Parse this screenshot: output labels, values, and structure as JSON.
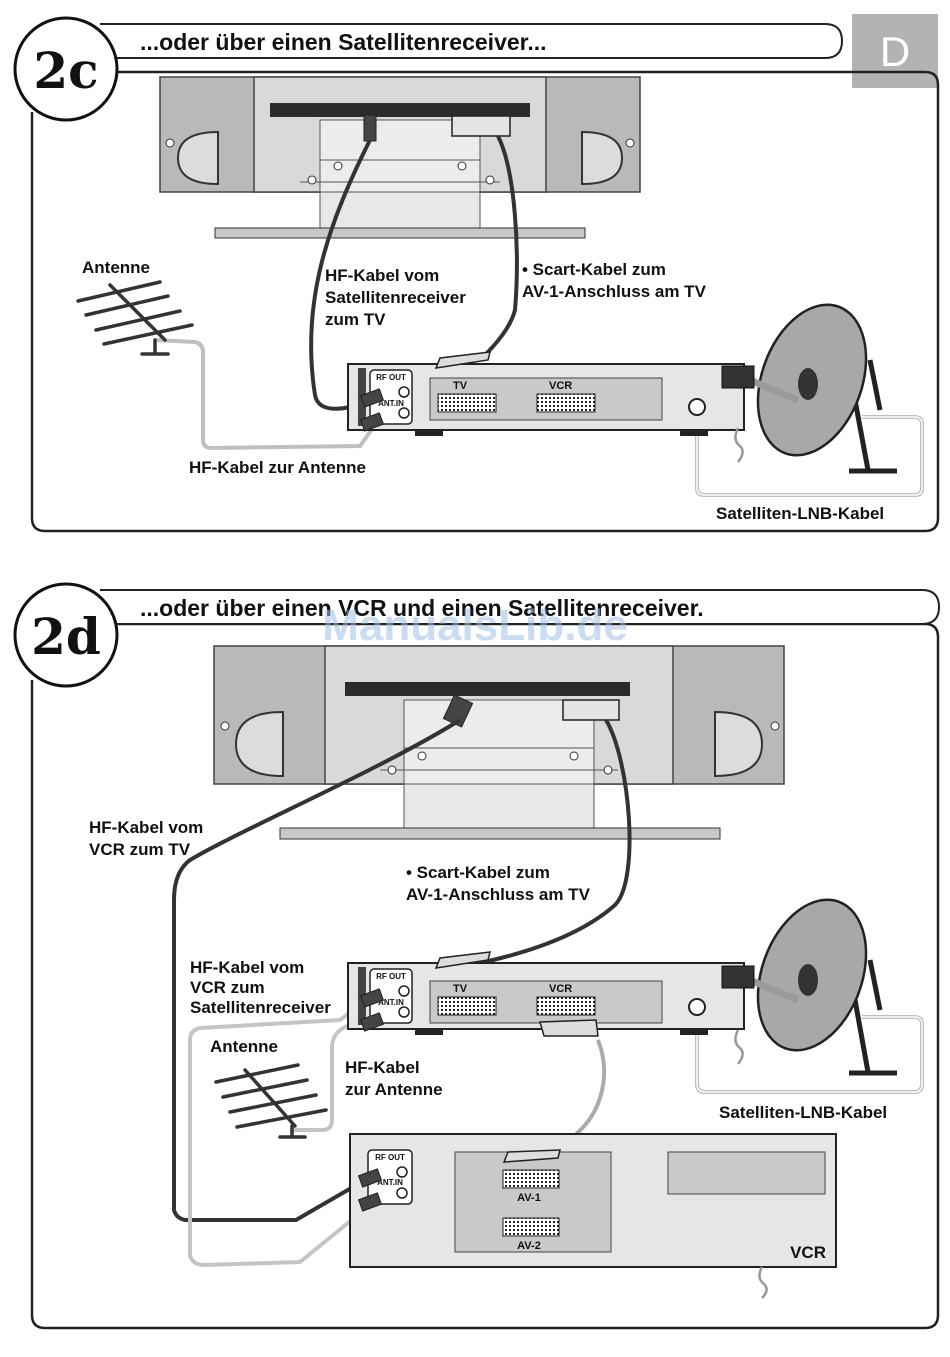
{
  "page_tab": "D",
  "watermark": "ManualsLib.de",
  "panel_2c": {
    "badge": "2c",
    "title": "...oder über einen Satellitenreceiver...",
    "label_antenna": "Antenne",
    "label_hf_from_receiver_l1": "HF-Kabel vom",
    "label_hf_from_receiver_l2": "Satellitenreceiver",
    "label_hf_from_receiver_l3": "zum TV",
    "label_scart_l1": "• Scart-Kabel zum",
    "label_scart_l2": "AV-1-Anschluss am TV",
    "label_hf_antenna": "HF-Kabel zur Antenne",
    "label_lnb": "Satelliten-LNB-Kabel",
    "receiver_rf_out": "RF OUT",
    "receiver_ant_in": "ANT.IN",
    "receiver_tv": "TV",
    "receiver_vcr": "VCR"
  },
  "panel_2d": {
    "badge": "2d",
    "title": "...oder über einen VCR und einen Satellitenreceiver.",
    "label_hf_vcr_tv_l1": "HF-Kabel vom",
    "label_hf_vcr_tv_l2": "VCR zum TV",
    "label_scart_l1": "• Scart-Kabel zum",
    "label_scart_l2": "AV-1-Anschluss am TV",
    "label_hf_vcr_receiver_l1": "HF-Kabel vom",
    "label_hf_vcr_receiver_l2": "VCR zum",
    "label_hf_vcr_receiver_l3": "Satellitenreceiver",
    "label_antenna": "Antenne",
    "label_hf_antenna_l1": "HF-Kabel",
    "label_hf_antenna_l2": "zur Antenne",
    "label_lnb": "Satelliten-LNB-Kabel",
    "receiver_rf_out": "RF OUT",
    "receiver_ant_in": "ANT.IN",
    "receiver_tv": "TV",
    "receiver_vcr": "VCR",
    "vcr_rf_out": "RF OUT",
    "vcr_ant_in": "ANT.IN",
    "vcr_av1": "AV-1",
    "vcr_av2": "AV-2",
    "vcr_label": "VCR"
  }
}
